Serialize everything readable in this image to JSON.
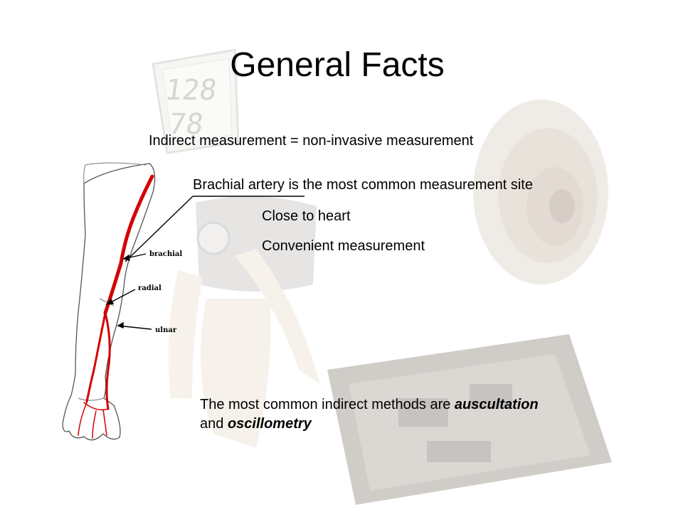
{
  "slide": {
    "title": "General Facts",
    "bullet_1": "Indirect measurement = non-invasive measurement",
    "bullet_2": "Brachial artery is the most common measurement site",
    "sub_bullet_1": "Close to heart",
    "sub_bullet_2": "Convenient measurement",
    "methods": {
      "prefix": "The most common indirect methods are ",
      "term_1": "auscultation",
      "middle": "and ",
      "term_2": "oscillometry"
    }
  },
  "arm_diagram": {
    "labels": {
      "brachial": "brachial",
      "radial": "radial",
      "ulnar": "ulnar"
    },
    "artery_color": "#d40000"
  },
  "background": {
    "monitor_systolic": "128",
    "monitor_diastolic": "78"
  },
  "colors": {
    "text": "#000000",
    "background": "#ffffff",
    "faded_art": "#d9d2c8"
  }
}
